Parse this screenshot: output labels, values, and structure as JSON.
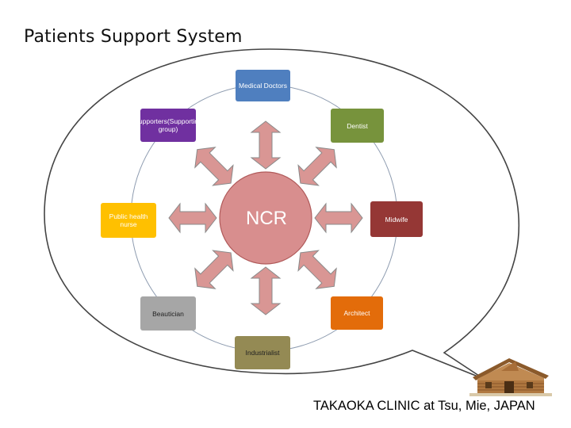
{
  "title": "Patients Support System",
  "center": {
    "label": "NCR",
    "color": "#D88E8E"
  },
  "nodes": [
    {
      "id": "medical-doctors",
      "label": "Medical Doctors",
      "color": "#4F7FBF",
      "text_color": "#ffffff"
    },
    {
      "id": "dentist",
      "label": "Dentist",
      "color": "#77933C",
      "text_color": "#ffffff"
    },
    {
      "id": "midwife",
      "label": "Midwife",
      "color": "#953735",
      "text_color": "#ffffff"
    },
    {
      "id": "architect",
      "label": "Architect",
      "color": "#E36C0A",
      "text_color": "#ffffff"
    },
    {
      "id": "industrialist",
      "label": "Industrialist",
      "color": "#948A54",
      "text_color": "#222222"
    },
    {
      "id": "beautician",
      "label": "Beautician",
      "color": "#A6A6A6",
      "text_color": "#222222"
    },
    {
      "id": "public-health-nurse",
      "label": "Public health nurse",
      "color": "#FFC000",
      "text_color": "#ffffff"
    },
    {
      "id": "supporters",
      "label": "Supporters(Supporting group)",
      "color": "#7030A0",
      "text_color": "#ffffff"
    }
  ],
  "arrow_color": "#D99694",
  "footer": "TAKAOKA CLINIC at Tsu, Mie, JAPAN",
  "house_icon": "wooden-house-icon"
}
